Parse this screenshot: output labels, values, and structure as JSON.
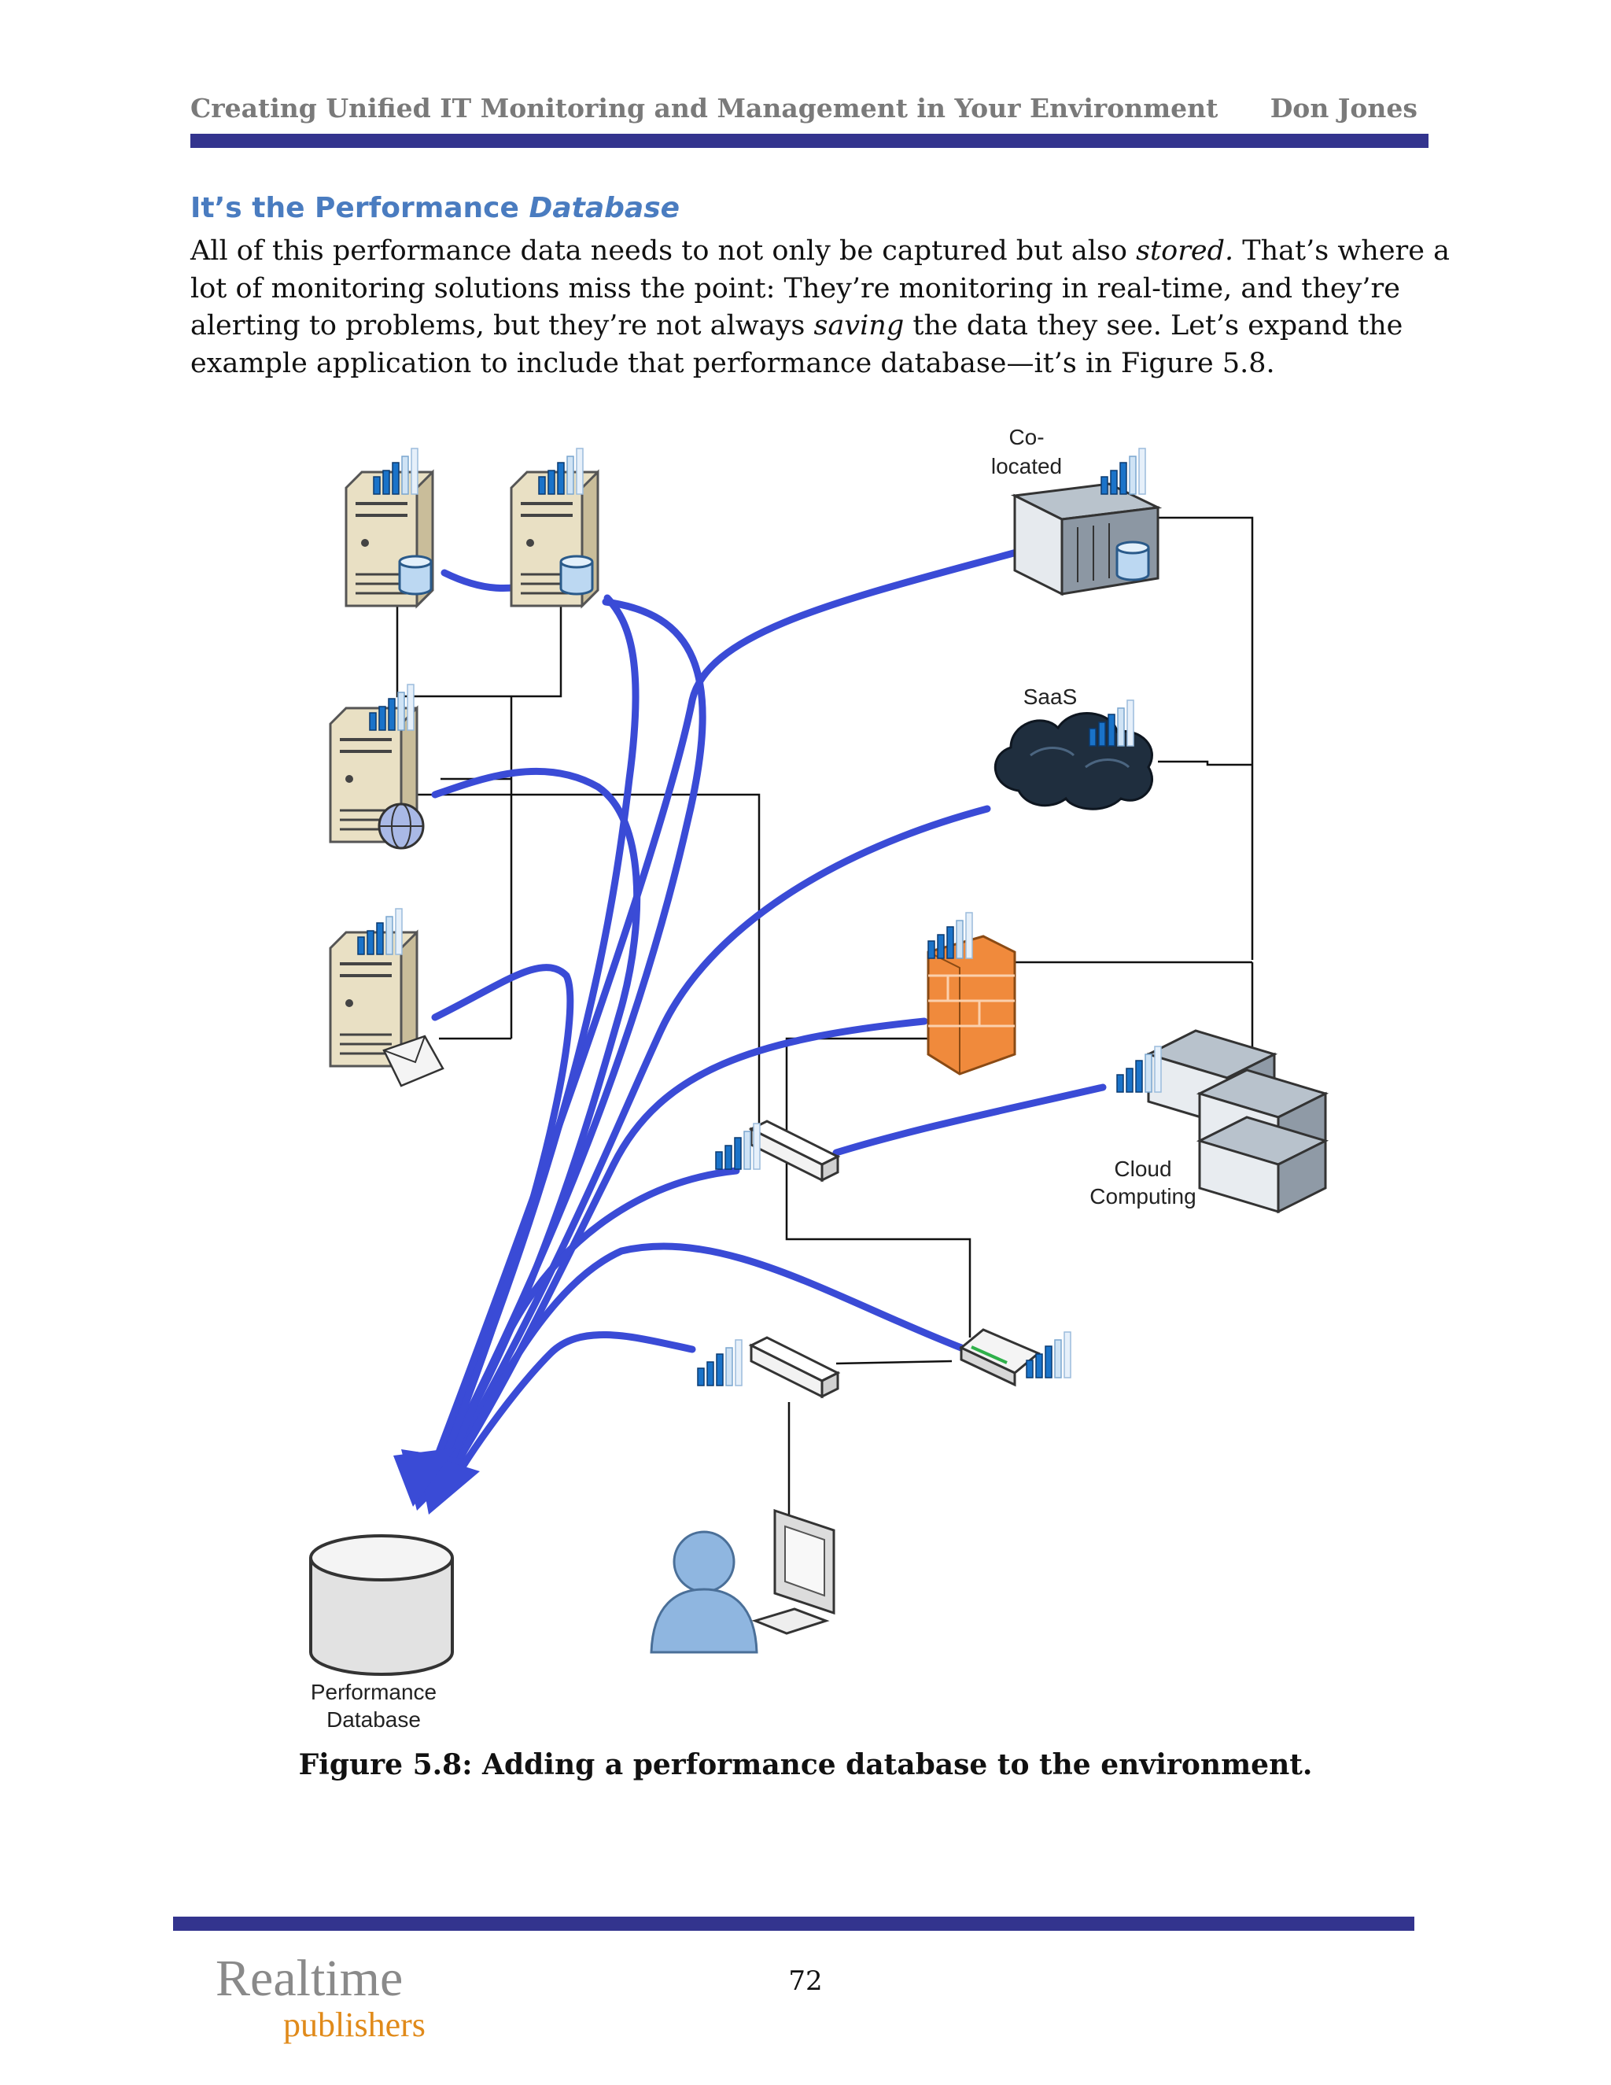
{
  "header": {
    "title": "Creating Unified IT Monitoring and Management in Your Environment",
    "author": "Don Jones"
  },
  "section": {
    "heading_prefix": "It’s the Performance ",
    "heading_emphasis": "Database"
  },
  "paragraph": {
    "lines": [
      [
        "All of this performance data needs to not only be captured but also ",
        "stored.",
        " That’s where a"
      ],
      [
        "lot of monitoring solutions miss the point: They’re monitoring in real-time, and they’re"
      ],
      [
        "alerting to problems, but they’re not always ",
        "saving",
        " the data they see. Let’s expand the"
      ],
      [
        "example application to include that performance database—it’s in Figure 5.8."
      ]
    ]
  },
  "figure": {
    "labels": {
      "colocated_line1": "Co-",
      "colocated_line2": "located",
      "saas": "SaaS",
      "cloud_line1": "Cloud",
      "cloud_line2": "Computing",
      "database_line1": "Performance",
      "database_line2": "Database"
    },
    "caption": "Figure 5.8: Adding a performance database to the environment.",
    "colors": {
      "flow": "#3a4bd6",
      "wire": "#111111",
      "firewall": "#f08a3c",
      "cloud": "#1f2e3e"
    }
  },
  "footer": {
    "page_number": "72",
    "logo_line1": "Realtime",
    "logo_line2": "publishers"
  }
}
